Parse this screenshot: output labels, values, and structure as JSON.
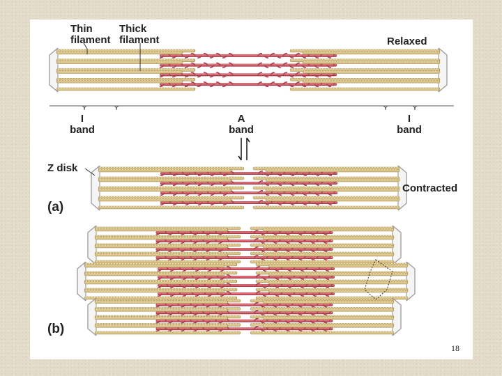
{
  "labels": {
    "thin_filament": "Thin\nfilament",
    "thick_filament": "Thick\nfilament",
    "relaxed": "Relaxed",
    "i_band_left": "I\nband",
    "a_band": "A\nband",
    "i_band_right": "I\nband",
    "z_disk": "Z disk",
    "contracted": "Contracted",
    "panel_a": "(a)",
    "panel_b": "(b)"
  },
  "page_number": "18",
  "colors": {
    "thin": "#d9c58d",
    "thin_dark": "#a99152",
    "thick": "#d9707a",
    "thick_dark": "#a83c4a",
    "frame": "#9a9a9a"
  }
}
